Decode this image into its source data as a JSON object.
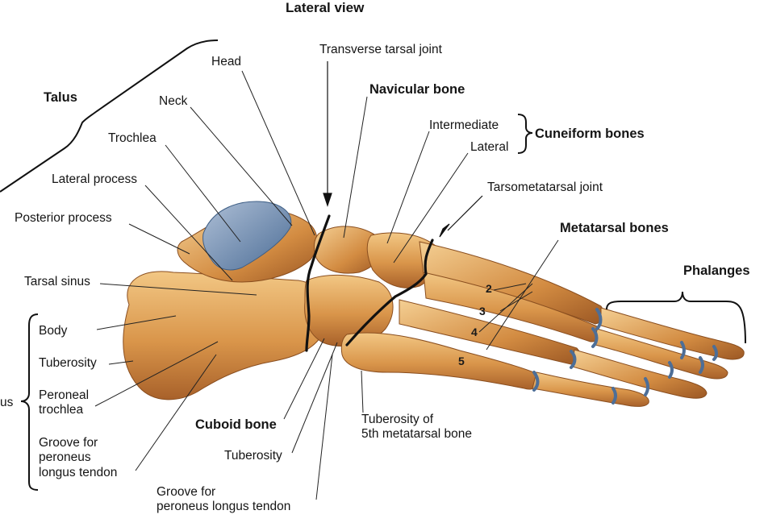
{
  "title": "Lateral view",
  "labels": {
    "talus": "Talus",
    "head": "Head",
    "neck": "Neck",
    "trochlea": "Trochlea",
    "lateral_process": "Lateral process",
    "posterior_process": "Posterior process",
    "tarsal_sinus": "Tarsal sinus",
    "calcaneus": "us",
    "body": "Body",
    "tuberosity": "Tuberosity",
    "peroneal_trochlea_1": "Peroneal",
    "peroneal_trochlea_2": "trochlea",
    "groove_1": "Groove for",
    "groove_2": "peroneus",
    "groove_3": "longus tendon",
    "transverse_tarsal_joint": "Transverse tarsal joint",
    "navicular_bone": "Navicular bone",
    "intermediate": "Intermediate",
    "lateral": "Lateral",
    "cuneiform_bones": "Cuneiform bones",
    "tarsometatarsal_joint": "Tarsometatarsal joint",
    "metatarsal_bones": "Metatarsal bones",
    "phalanges": "Phalanges",
    "cuboid_bone": "Cuboid bone",
    "cuboid_tuberosity": "Tuberosity",
    "cuboid_groove_1": "Groove for",
    "cuboid_groove_2": "peroneus longus tendon",
    "tuberosity_5th_1": "Tuberosity of",
    "tuberosity_5th_2": "5th metatarsal bone"
  },
  "metatarsal_numbers": [
    "2",
    "3",
    "4",
    "5"
  ],
  "colors": {
    "bone": "#d9954a",
    "bone_light": "#f0c27d",
    "bone_dark": "#a0591f",
    "cartilage": "#6f8fb5",
    "joint_line": "#111111",
    "leader": "#222222"
  }
}
